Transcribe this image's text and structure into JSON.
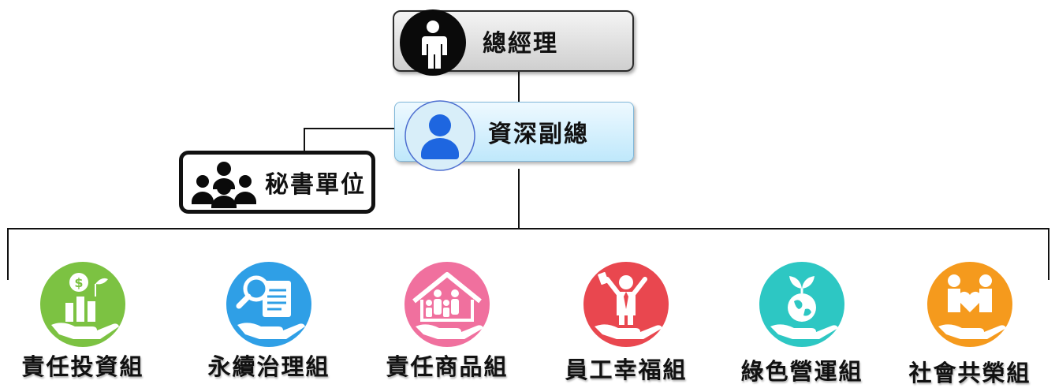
{
  "general_manager": {
    "label": "總經理",
    "icon": "person-icon"
  },
  "senior_vp": {
    "label": "資深副總",
    "icon": "user-icon"
  },
  "secretariat": {
    "label": "秘書單位",
    "icon": "group-icon"
  },
  "groups": [
    {
      "label": "責任投資組",
      "color": "#7cc242",
      "icon": "investment-growth-icon"
    },
    {
      "label": "永續治理組",
      "color": "#2f9fe6",
      "icon": "document-search-icon"
    },
    {
      "label": "責任商品組",
      "color": "#f0709e",
      "icon": "family-home-icon"
    },
    {
      "label": "員工幸福組",
      "color": "#e9474f",
      "icon": "happy-employee-icon"
    },
    {
      "label": "綠色營運組",
      "color": "#2dc7c3",
      "icon": "green-earth-icon"
    },
    {
      "label": "社會共榮組",
      "color": "#f59a1d",
      "icon": "community-heart-icon"
    }
  ]
}
